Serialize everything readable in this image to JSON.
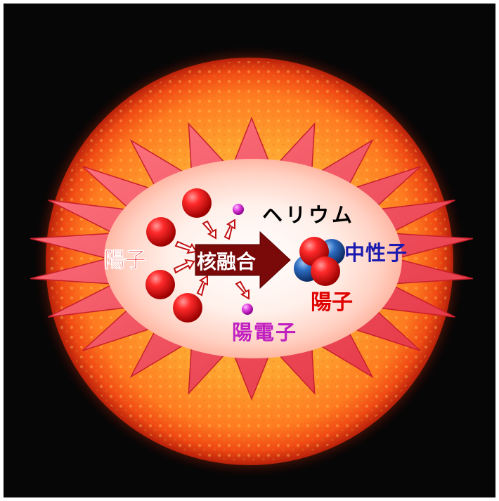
{
  "labels": {
    "proton_left": "陽子",
    "fusion": "核融合",
    "helium": "ヘリウム",
    "neutron": "中性子",
    "proton_right": "陽子",
    "positron": "陽電子"
  },
  "colors": {
    "background": "#060606",
    "sun_core": "#ffb23a",
    "sun_edge": "#e8420e",
    "star_burst": "#f24b58",
    "center_glow": "#ffe9df",
    "proton": "#e01010",
    "neutron": "#1f5aa6",
    "positron": "#d628d6",
    "arrow": "#7a0a0a",
    "proton_text": "#e00000",
    "neutron_text": "#1a1ab0",
    "positron_text": "#c020c0",
    "helium_text": "#000000"
  }
}
